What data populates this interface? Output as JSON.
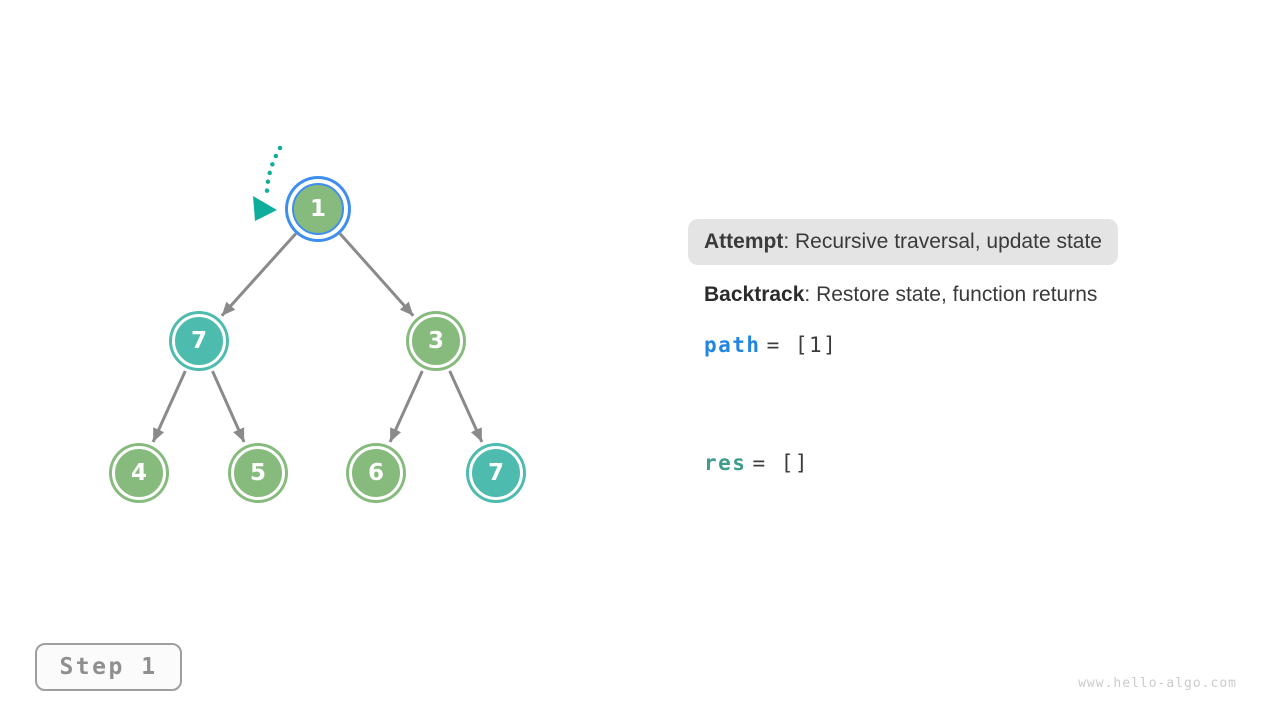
{
  "colors": {
    "node_green": "#87BB7D",
    "node_teal": "#4DBBAE",
    "highlight_blue": "#3E8EF0",
    "edge_gray": "#8A8A8A",
    "pointer_teal": "#0FAE9B",
    "path_var_blue": "#2385E3",
    "res_var_teal": "#3E9C8D"
  },
  "tree": {
    "nodes": [
      {
        "value": "1",
        "variant": "current-green"
      },
      {
        "value": "7",
        "variant": "teal"
      },
      {
        "value": "3",
        "variant": "green"
      },
      {
        "value": "4",
        "variant": "green"
      },
      {
        "value": "5",
        "variant": "green"
      },
      {
        "value": "6",
        "variant": "green"
      },
      {
        "value": "7",
        "variant": "teal"
      }
    ]
  },
  "panel": {
    "attempt_label": "Attempt",
    "attempt_text": ": Recursive traversal, update state",
    "backtrack_label": "Backtrack",
    "backtrack_text": ": Restore state, function returns",
    "path_var": "path",
    "path_value": "= [1]",
    "res_var": "res",
    "res_value": "= []"
  },
  "step_badge": {
    "label": "Step 1"
  },
  "watermark": {
    "text": "www.hello-algo.com"
  }
}
